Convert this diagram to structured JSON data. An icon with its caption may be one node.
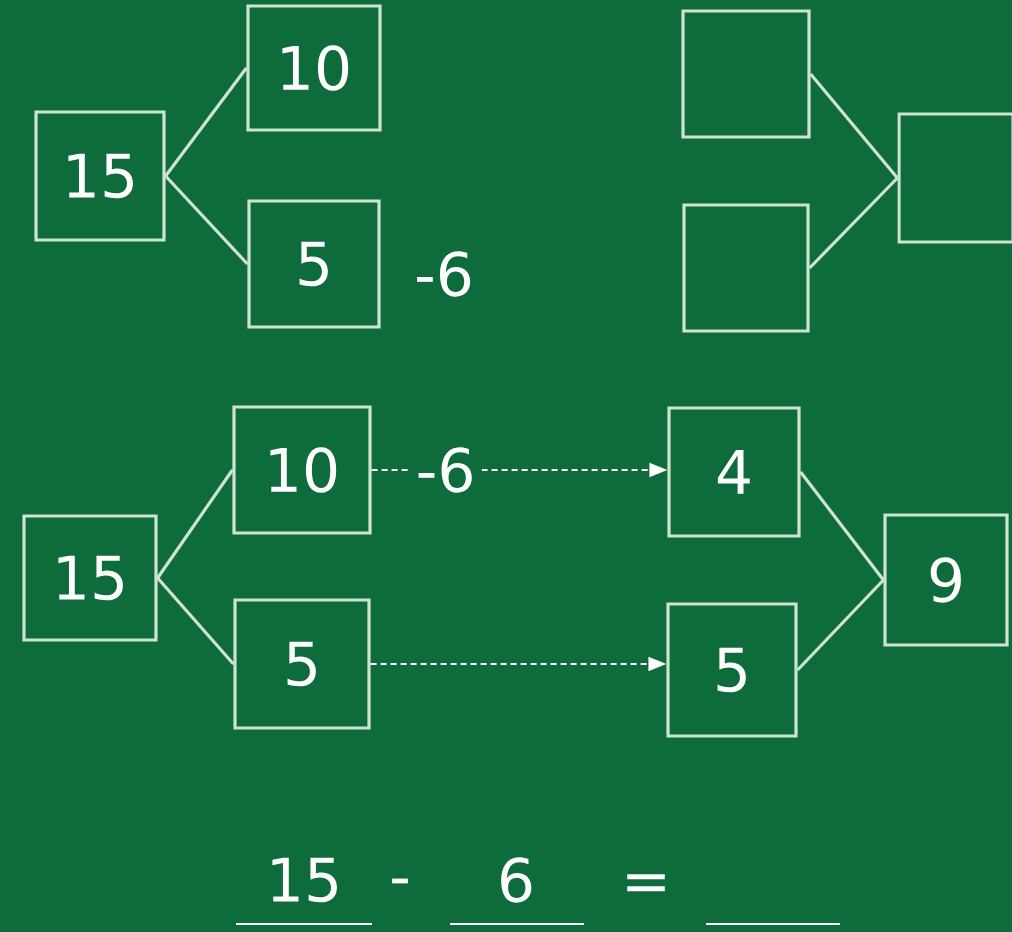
{
  "diagram": {
    "nodes": [
      {
        "text": [
          "15"
        ]
      },
      {
        "text": [
          "10"
        ]
      },
      {
        "text": [
          "5"
        ],
        "beside": [
          "-6"
        ]
      },
      {
        "text": [],
        "shape": "box"
      },
      {
        "text": [],
        "shape": "box"
      },
      {
        "text": [],
        "shape": "box"
      },
      {
        "text": [
          "15"
        ]
      },
      {
        "text": [
          "10"
        ]
      },
      {
        "text": [
          "5"
        ]
      },
      {
        "text": [
          "4"
        ]
      },
      {
        "text": [
          "5"
        ]
      },
      {
        "text": [
          "9"
        ]
      }
    ],
    "edges": [
      {
        "from": 0,
        "to": 1,
        "arrow": "none"
      },
      {
        "from": 0,
        "to": 2,
        "arrow": "none"
      },
      {
        "from": 3,
        "to": 5,
        "arrow": "none"
      },
      {
        "from": 4,
        "to": 5,
        "arrow": "none"
      },
      {
        "from": 6,
        "to": 7,
        "arrow": "none"
      },
      {
        "from": 6,
        "to": 8,
        "arrow": "none"
      },
      {
        "from": 7,
        "to": 9,
        "arrow": "to",
        "style": "dashed",
        "label": "-6"
      },
      {
        "from": 8,
        "to": 10,
        "arrow": "to",
        "style": "dashed"
      },
      {
        "from": 9,
        "to": 11,
        "arrow": "none"
      },
      {
        "from": 10,
        "to": 11,
        "arrow": "none"
      }
    ],
    "labels": [
      "15",
      "-",
      "6",
      "="
    ]
  }
}
